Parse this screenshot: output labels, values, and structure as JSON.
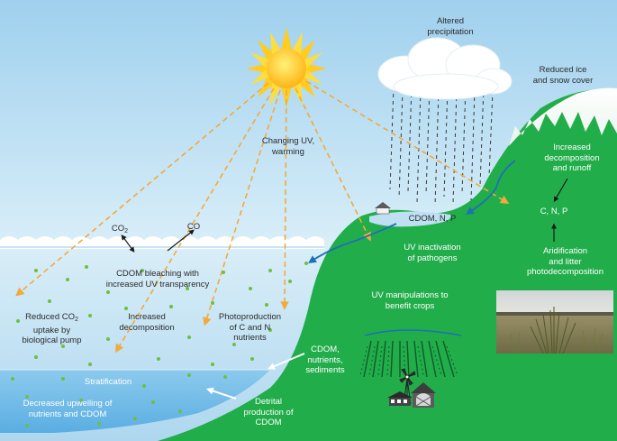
{
  "labels": {
    "altered_precipitation": [
      "Altered",
      "precipitation"
    ],
    "reduced_ice": [
      "Reduced ice",
      "and snow cover"
    ],
    "changing_uv": [
      "Changing UV,",
      "warming"
    ],
    "co2": "CO",
    "co2_sub": "2",
    "co": "CO",
    "cdom_bleaching": [
      "CDOM bleaching with",
      "increased UV transparency"
    ],
    "reduced_co2": [
      "Reduced CO",
      "uptake by",
      "biological pump"
    ],
    "reduced_co2_sub": "2",
    "increased_decomposition": [
      "Increased",
      "decomposition"
    ],
    "photoproduction": [
      "Photoproduction",
      "of C and N",
      "nutrients"
    ],
    "cdom_np": "CDOM, N, P",
    "uv_inactivation": [
      "UV inactivation",
      "of pathogens"
    ],
    "decomposition_runoff": [
      "Increased",
      "decomposition",
      "and runoff"
    ],
    "cnp": "C, N, P",
    "aridification": [
      "Aridification",
      "and litter",
      "photodecomposition"
    ],
    "uv_crops": [
      "UV manipulations to",
      "benefit crops"
    ],
    "cdom_nutrients": [
      "CDOM,",
      "nutrients,",
      "sediments"
    ],
    "stratification": "Stratification",
    "detrital": [
      "Detrital",
      "production of",
      "CDOM"
    ],
    "decreased_upwelling": [
      "Decreased upwelling of",
      "nutrients and CDOM"
    ]
  },
  "colors": {
    "sky": "#c9e6f5",
    "ocean": "#bfe0f2",
    "deep_ocean": "#7bbfe6",
    "land": "#22ad4b",
    "uv_arrow": "#f3a93c",
    "runoff_arrow": "#1f6fb8",
    "sun": "#ffd21f"
  },
  "icons": [
    "sun-icon",
    "cloud-icon",
    "farm-barn-icon",
    "windmill-icon",
    "house-icon",
    "crop-rows-icon"
  ]
}
